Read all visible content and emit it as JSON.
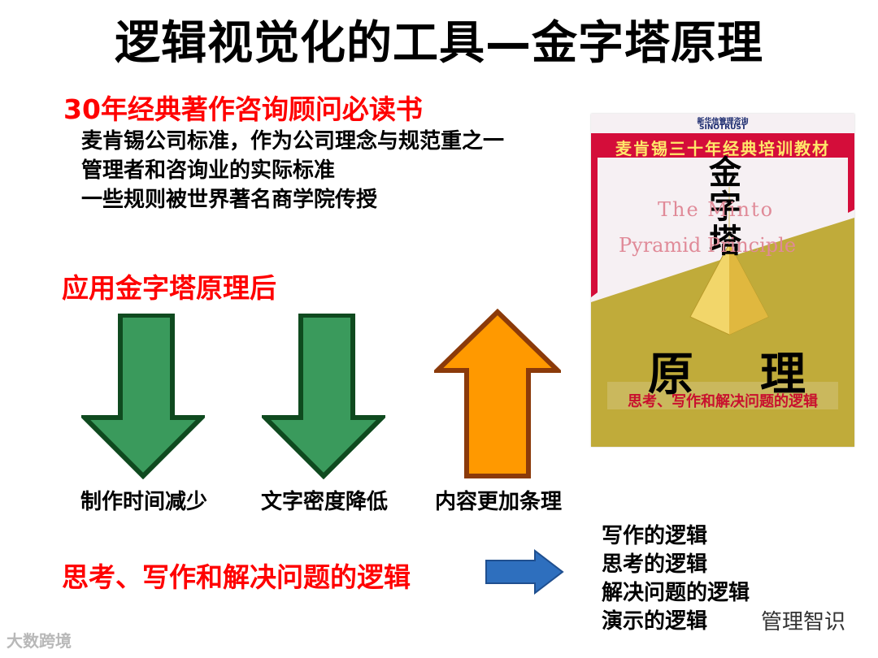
{
  "title": "逻辑视觉化的工具—金字塔原理",
  "subtitle": "30年经典著作咨询顾问必读书",
  "bullets": [
    "麦肯锡公司标准，作为公司理念与规范重之一",
    "管理者和咨询业的实际标准",
    "一些规则被世界著名商学院传授"
  ],
  "apply_heading": "应用金字塔原理后",
  "arrows": [
    {
      "caption": "制作时间减少",
      "direction": "down",
      "fill": "#3a9a5c",
      "stroke": "#0f4a1f"
    },
    {
      "caption": "文字密度降低",
      "direction": "down",
      "fill": "#3a9a5c",
      "stroke": "#0f4a1f"
    },
    {
      "caption": "内容更加条理",
      "direction": "up",
      "fill": "#ff9900",
      "stroke": "#8b3a0a"
    }
  ],
  "logic_heading": "思考、写作和解决问题的逻辑",
  "right_list": [
    "写作的逻辑",
    "思考的逻辑",
    "解决问题的逻辑",
    "演示的逻辑"
  ],
  "book": {
    "publisher": "新华信管理咨询",
    "publisher_en": "SINOTRUST",
    "banner": "麦肯锡三十年经典培训教材",
    "title_chars": [
      "金",
      "字",
      "塔"
    ],
    "en_line1": "The Minto",
    "en_line2": "Pyramid Principle",
    "bottom_title_1": "原",
    "bottom_title_2": "理",
    "subtitle": "思考、写作和解决问题的逻辑"
  },
  "watermark_left": "大数跨境",
  "watermark_right": "管理智识",
  "colors": {
    "heading_red": "#ff0000",
    "blue_arrow": "#2e6fbe",
    "book_gold": "#c0ab3a",
    "book_red": "#d40d3a"
  }
}
